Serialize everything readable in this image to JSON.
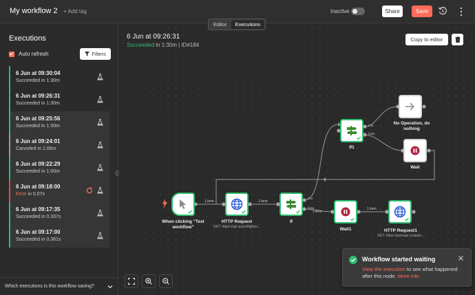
{
  "topbar": {
    "workflow_name": "My workflow 2",
    "add_tag": "+ Add tag",
    "active_label": "Inactive",
    "share_label": "Share",
    "save_label": "Save",
    "tabs": [
      {
        "label": "Editor",
        "active": false
      },
      {
        "label": "Executions",
        "active": true
      }
    ]
  },
  "sidebar": {
    "title": "Executions",
    "auto_refresh_label": "Auto refresh",
    "auto_refresh_checked": true,
    "filters_label": "Filters",
    "items": [
      {
        "time": "6 Jun at 09:30:04",
        "status": "Succeeded in 1:30m",
        "state": "success"
      },
      {
        "time": "6 Jun at 09:26:31",
        "status": "Succeeded in 1:30m",
        "state": "success"
      },
      {
        "time": "6 Jun at 09:25:56",
        "status": "Succeeded in 1:30m",
        "state": "success"
      },
      {
        "time": "6 Jun at 09:24:01",
        "status": "Canceled in 1:06m",
        "state": "canceled"
      },
      {
        "time": "6 Jun at 09:22:29",
        "status": "Succeeded in 1:00m",
        "state": "success"
      },
      {
        "time": "6 Jun at 09:18:00",
        "status_prefix": "Error",
        "status_suffix": " in 0.07s",
        "state": "error"
      },
      {
        "time": "6 Jun at 09:17:35",
        "status": "Succeeded in 0.337s",
        "state": "success"
      },
      {
        "time": "6 Jun at 09:17:00",
        "status": "Succeeded in 0.381s",
        "state": "success"
      }
    ],
    "bottom_question": "Which executions is this workflow saving?"
  },
  "execution": {
    "date": "6 Jun at 09:26:31",
    "status_word": "Succeeded",
    "status_rest": " in 1:30m | ID#184",
    "copy_label": "Copy to editor"
  },
  "nodes": {
    "trigger": {
      "label": "When clicking \"Test workflow\""
    },
    "http1": {
      "label": "HTTP Request",
      "sub": "GET: https://api.spaceflighbe..."
    },
    "if": {
      "label": "If"
    },
    "wait1": {
      "label": "Wait1"
    },
    "http2": {
      "label": "HTTP Request1",
      "sub": "GET: https://pokeapi.co/api/v..."
    },
    "if1": {
      "label": "If1"
    },
    "noop": {
      "label": "No Operation, do nothing"
    },
    "wait": {
      "label": "Wait"
    }
  },
  "edges": {
    "item1": "1 item",
    "item2": "1 item",
    "item3": "1 item",
    "item4": "1 item",
    "true": "true",
    "false": "false"
  },
  "toast": {
    "title": "Workflow started waiting",
    "link_text": "View the execution",
    "body": " to see what happened after this node. ",
    "more": "More info"
  },
  "colors": {
    "accent": "#ff6d5a",
    "success": "#2fbf71",
    "error": "#e04c4c",
    "http_blue": "#2a5bd7",
    "wait_red": "#b0233f",
    "if_green": "#3d8a34"
  }
}
